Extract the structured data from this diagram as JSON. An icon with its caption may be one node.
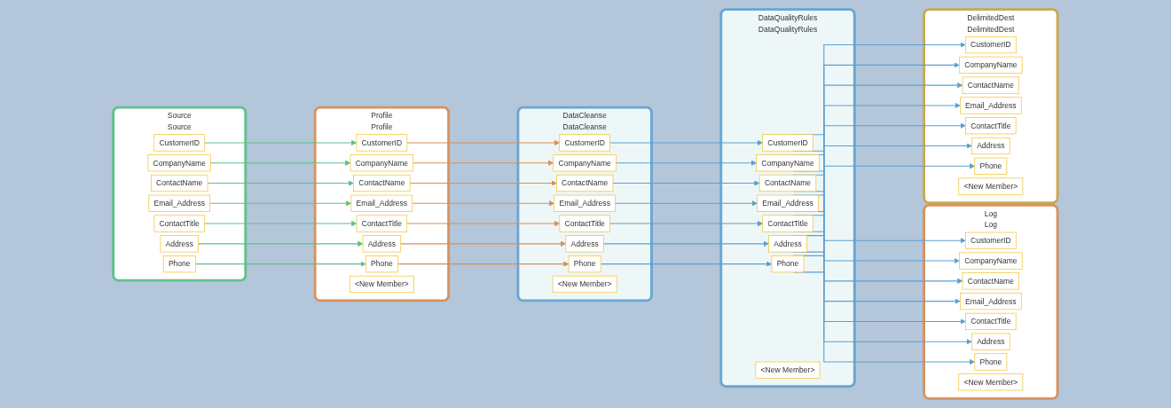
{
  "diagram": {
    "nodes": [
      {
        "text": [
          "Source",
          "Source"
        ]
      },
      {
        "text": [
          "CustomerID"
        ],
        "in": 0
      },
      {
        "text": [
          "CompanyName"
        ],
        "in": 0
      },
      {
        "text": [
          "ContactName"
        ],
        "in": 0
      },
      {
        "text": [
          "Email_Address"
        ],
        "in": 0
      },
      {
        "text": [
          "ContactTitle"
        ],
        "in": 0
      },
      {
        "text": [
          "Address"
        ],
        "in": 0
      },
      {
        "text": [
          "Phone"
        ],
        "in": 0
      },
      {
        "text": [
          "Profile",
          "Profile"
        ]
      },
      {
        "text": [
          "CustomerID"
        ],
        "in": 8
      },
      {
        "text": [
          "CompanyName"
        ],
        "in": 8
      },
      {
        "text": [
          "ContactName"
        ],
        "in": 8
      },
      {
        "text": [
          "Email_Address"
        ],
        "in": 8
      },
      {
        "text": [
          "ContactTitle"
        ],
        "in": 8
      },
      {
        "text": [
          "Address"
        ],
        "in": 8
      },
      {
        "text": [
          "Phone"
        ],
        "in": 8
      },
      {
        "text": [
          "<New Member>"
        ],
        "in": 8
      },
      {
        "text": [
          "DataCleanse",
          "DataCleanse"
        ]
      },
      {
        "text": [
          "CustomerID"
        ],
        "in": 17
      },
      {
        "text": [
          "CompanyName"
        ],
        "in": 17
      },
      {
        "text": [
          "ContactName"
        ],
        "in": 17
      },
      {
        "text": [
          "Email_Address"
        ],
        "in": 17
      },
      {
        "text": [
          "ContactTitle"
        ],
        "in": 17
      },
      {
        "text": [
          "Address"
        ],
        "in": 17
      },
      {
        "text": [
          "Phone"
        ],
        "in": 17
      },
      {
        "text": [
          "<New Member>"
        ],
        "in": 17
      },
      {
        "text": [
          "DataQualityRules",
          "DataQualityRules"
        ]
      },
      {
        "text": [
          "CustomerID"
        ],
        "in": 26
      },
      {
        "text": [
          "CompanyName"
        ],
        "in": 26
      },
      {
        "text": [
          "ContactName"
        ],
        "in": 26
      },
      {
        "text": [
          "Email_Address"
        ],
        "in": 26
      },
      {
        "text": [
          "ContactTitle"
        ],
        "in": 26
      },
      {
        "text": [
          "Address"
        ],
        "in": 26
      },
      {
        "text": [
          "Phone"
        ],
        "in": 26
      },
      {
        "text": [
          "<New Member>"
        ],
        "in": 26
      },
      {
        "text": [
          "Log",
          "Log"
        ]
      },
      {
        "text": [
          "CustomerID"
        ],
        "in": 35
      },
      {
        "text": [
          "CompanyName"
        ],
        "in": 35
      },
      {
        "text": [
          "ContactName"
        ],
        "in": 35
      },
      {
        "text": [
          "Email_Address"
        ],
        "in": 35
      },
      {
        "text": [
          "ContactTitle"
        ],
        "in": 35
      },
      {
        "text": [
          "Address"
        ],
        "in": 35
      },
      {
        "text": [
          "Phone"
        ],
        "in": 35
      },
      {
        "text": [
          "<New Member>"
        ],
        "in": 35
      },
      {
        "text": [
          "DelimitedDest",
          "DelimitedDest"
        ]
      },
      {
        "text": [
          "CustomerID"
        ],
        "in": 44
      },
      {
        "text": [
          "CompanyName"
        ],
        "in": 44
      },
      {
        "text": [
          "ContactName"
        ],
        "in": 44
      },
      {
        "text": [
          "Email_Address"
        ],
        "in": 44
      },
      {
        "text": [
          "ContactTitle"
        ],
        "in": 44
      },
      {
        "text": [
          "Address"
        ],
        "in": 44
      },
      {
        "text": [
          "Phone"
        ],
        "in": 44
      },
      {
        "text": [
          "<New Member>"
        ],
        "in": 44
      }
    ],
    "edges": [
      {
        "from": 1,
        "to": 9,
        "arrow": "to",
        "color": "#5fbf86"
      },
      {
        "from": 2,
        "to": 10,
        "arrow": "to",
        "color": "#5fbf86"
      },
      {
        "from": 3,
        "to": 11,
        "arrow": "to",
        "color": "#5fbf86"
      },
      {
        "from": 4,
        "to": 12,
        "arrow": "to",
        "color": "#5fbf86"
      },
      {
        "from": 5,
        "to": 13,
        "arrow": "to",
        "color": "#5fbf86"
      },
      {
        "from": 6,
        "to": 14,
        "arrow": "to",
        "color": "#5fbf86"
      },
      {
        "from": 7,
        "to": 15,
        "arrow": "to",
        "color": "#5fbf86"
      },
      {
        "from": 9,
        "to": 18,
        "arrow": "to",
        "color": "#d98f55"
      },
      {
        "from": 10,
        "to": 19,
        "arrow": "to",
        "color": "#d98f55"
      },
      {
        "from": 11,
        "to": 20,
        "arrow": "to",
        "color": "#d98f55"
      },
      {
        "from": 12,
        "to": 21,
        "arrow": "to",
        "color": "#d98f55"
      },
      {
        "from": 13,
        "to": 22,
        "arrow": "to",
        "color": "#d98f55"
      },
      {
        "from": 14,
        "to": 23,
        "arrow": "to",
        "color": "#d98f55"
      },
      {
        "from": 15,
        "to": 24,
        "arrow": "to",
        "color": "#d98f55"
      },
      {
        "from": 18,
        "to": 27,
        "arrow": "to"
      },
      {
        "from": 19,
        "to": 28,
        "arrow": "to"
      },
      {
        "from": 20,
        "to": 29,
        "arrow": "to"
      },
      {
        "from": 21,
        "to": 30,
        "arrow": "to"
      },
      {
        "from": 22,
        "to": 31,
        "arrow": "to"
      },
      {
        "from": 23,
        "to": 32,
        "arrow": "to"
      },
      {
        "from": 24,
        "to": 33,
        "arrow": "to"
      },
      {
        "from": 27,
        "to": 36,
        "arrow": "to"
      },
      {
        "from": 28,
        "to": 37,
        "arrow": "to"
      },
      {
        "from": 29,
        "to": 38,
        "arrow": "to"
      },
      {
        "from": 30,
        "to": 39,
        "arrow": "to"
      },
      {
        "from": 31,
        "to": 40,
        "arrow": "to"
      },
      {
        "from": 32,
        "to": 41,
        "arrow": "to"
      },
      {
        "from": 33,
        "to": 42,
        "arrow": "to"
      },
      {
        "from": 27,
        "to": 45,
        "arrow": "to"
      },
      {
        "from": 28,
        "to": 46,
        "arrow": "to"
      },
      {
        "from": 29,
        "to": 47,
        "arrow": "to"
      },
      {
        "from": 30,
        "to": 48,
        "arrow": "to"
      },
      {
        "from": 31,
        "to": 49,
        "arrow": "to"
      },
      {
        "from": 32,
        "to": 50,
        "arrow": "to"
      },
      {
        "from": 33,
        "to": 51,
        "arrow": "to"
      }
    ]
  }
}
